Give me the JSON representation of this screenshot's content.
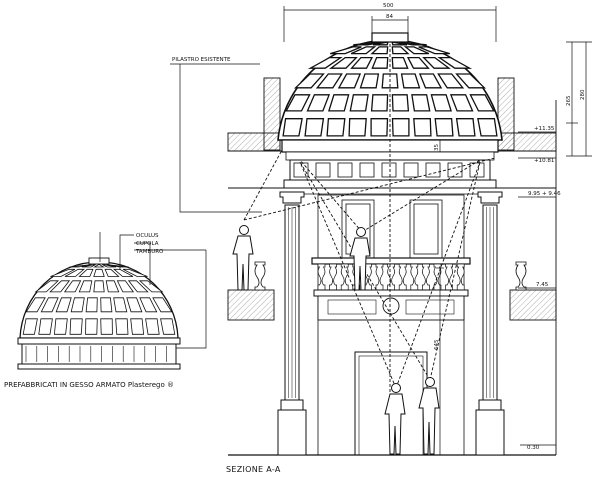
{
  "labels": {
    "pilastro": "PILASTRO ESISTENTE",
    "oculus": "OCULUS",
    "cupola": "CUPOLA",
    "tamburo": "TAMBURO",
    "prefabbricati": "PREFABBRICATI IN GESSO ARMATO Plasterego ®",
    "sezione": "SEZIONE A-A"
  },
  "dimensions": {
    "top_width": "500",
    "oculus_width": "84",
    "right_265": "265",
    "right_280": "280",
    "lvl_1135": "+11.35",
    "lvl_1081": "+10.81",
    "lvl_995": "9.95 + 9.46",
    "lvl_745": "7.45",
    "dim_645": "645",
    "dim_35": "35",
    "base_030": "0.30"
  }
}
